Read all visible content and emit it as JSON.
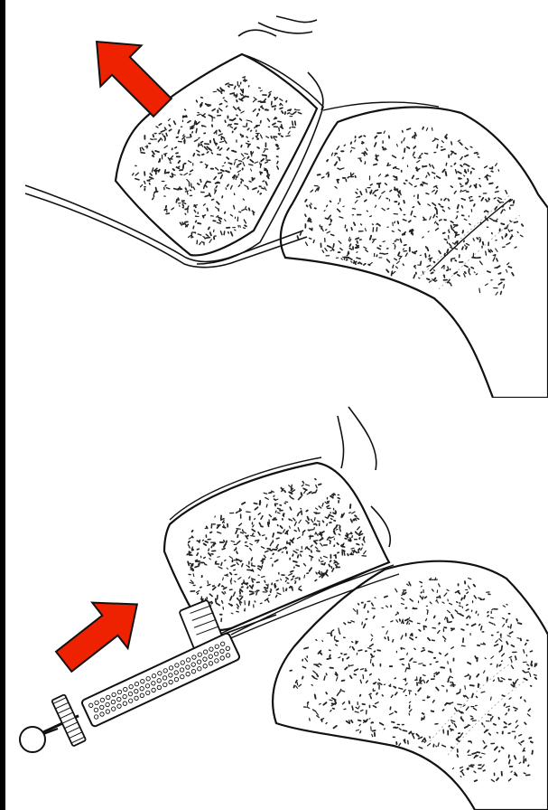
{
  "figure": {
    "panels": [
      {
        "id": "top",
        "depiction": "bone-block-with-wire",
        "arrow": {
          "color": "#ee2200",
          "direction": "up-left"
        }
      },
      {
        "id": "bottom",
        "depiction": "bone-block-with-threaded-compressor",
        "arrow": {
          "color": "#ee2200",
          "direction": "up-right"
        }
      }
    ],
    "colors": {
      "background": "#000000",
      "panel": "#ffffff",
      "line": "#111111",
      "stipple": "#222222",
      "arrow": "#ee2200",
      "arrow_outline": "#111111"
    }
  }
}
